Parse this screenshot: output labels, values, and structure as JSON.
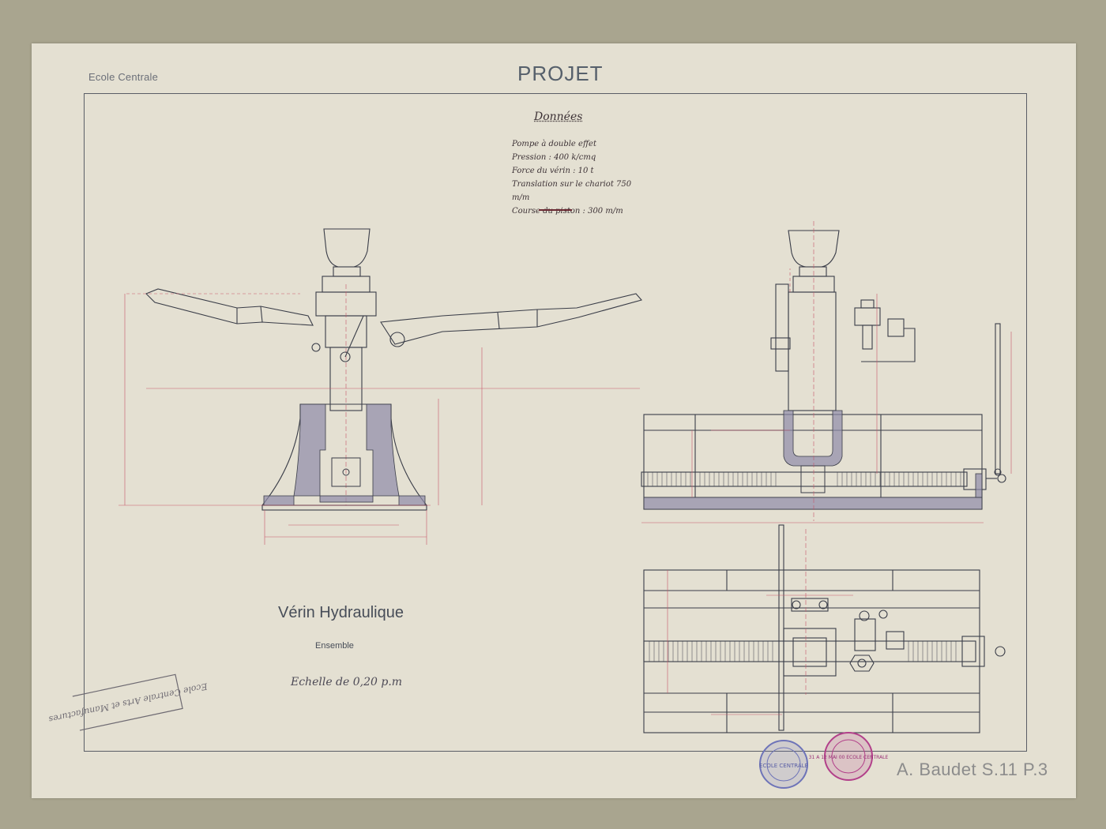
{
  "header": {
    "school": "Ecole Centrale",
    "project_label": "PROJET"
  },
  "data_block": {
    "heading": "Données",
    "lines": [
      "Pompe à double effet",
      "Pression : 400 k/cmq",
      "Force du vérin : 10 t",
      "Translation sur le chariot 750 m/m",
      "Course du piston : 300 m/m"
    ]
  },
  "title_block": {
    "title": "Vérin Hydraulique",
    "subtitle": "Ensemble",
    "scale": "Echelle de 0,20 p.m"
  },
  "stamp": {
    "text": "Ecole Centrale Arts et Manufactures"
  },
  "postmarks": [
    {
      "text": "ECOLE CENTRALE"
    },
    {
      "text": "31 A 12 MAI 00 ECOLE CENTRALE"
    }
  ],
  "signature": "A. Baudet S.11 P.3",
  "colors": {
    "paper": "#e4e0d2",
    "mount": "#a9a58f",
    "ink_line": "#3a3d48",
    "dimension_red": "#c7566a",
    "section_fill": "#8f8aa8",
    "stamp_blue": "#6e74b8",
    "stamp_magenta": "#b2408a"
  }
}
